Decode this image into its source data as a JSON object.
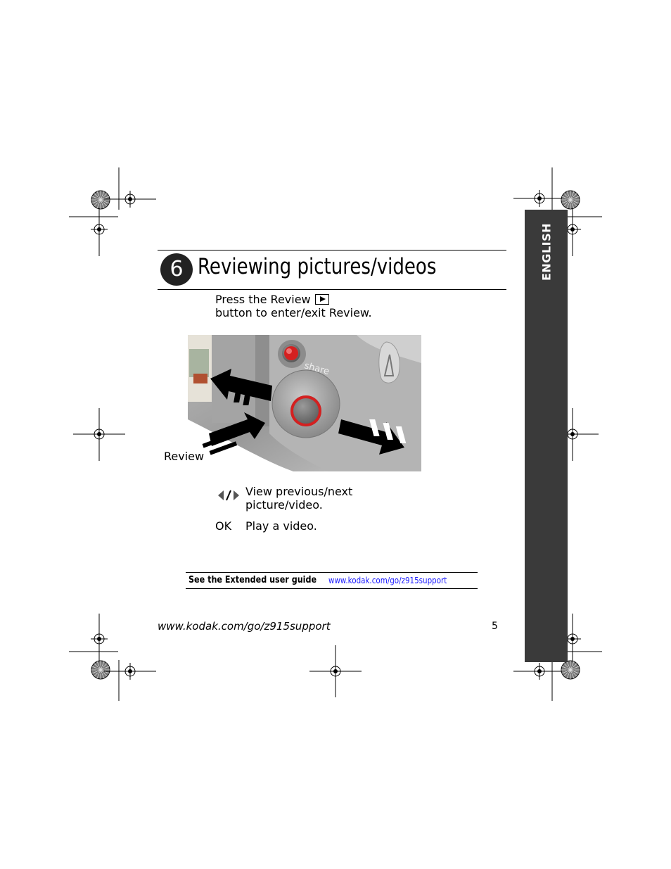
{
  "sidebar": {
    "language": "ENGLISH"
  },
  "section": {
    "number": "6",
    "title": "Reviewing pictures/videos"
  },
  "intro": {
    "line1": "Press the Review",
    "line2": "button to enter/exit Review."
  },
  "figure": {
    "review_label": "Review",
    "share_label": "share"
  },
  "controls": [
    {
      "key_icon": "left-right-arrows-icon",
      "line1": "View previous/next",
      "line2": "picture/video."
    },
    {
      "key": "OK",
      "text": "Play a video."
    }
  ],
  "guide": {
    "label": "See the Extended user guide",
    "link": "www.kodak.com/go/z915support"
  },
  "footer": {
    "url": "www.kodak.com/go/z915support",
    "page_number": "5"
  },
  "colors": {
    "tab": "#3a3a3a",
    "link": "#1a1aff",
    "button_red": "#d42020"
  }
}
